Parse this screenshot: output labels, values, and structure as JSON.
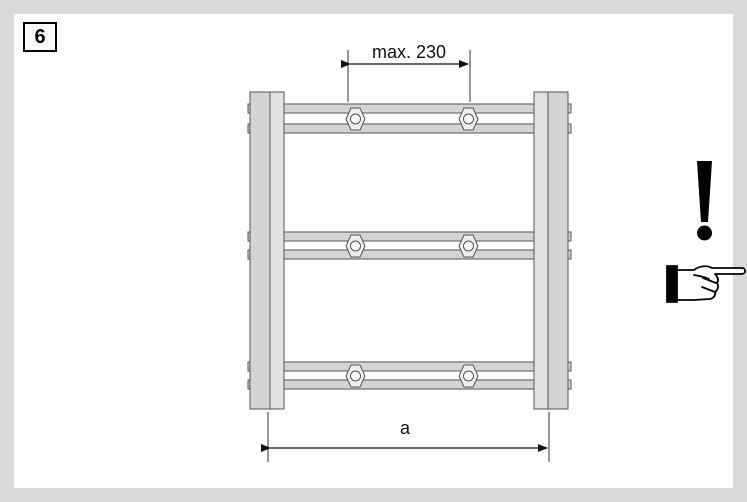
{
  "figure": {
    "step_number": "6",
    "dimensions": {
      "top_label": "max. 230",
      "bottom_label": "a"
    },
    "colors": {
      "background": "#d9d9d9",
      "panel": "#ffffff",
      "beam_fill": "#d4d4d4",
      "stroke": "#555555",
      "ink": "#111111"
    },
    "icons": [
      "exclamation-icon",
      "pointing-hand-icon"
    ]
  }
}
